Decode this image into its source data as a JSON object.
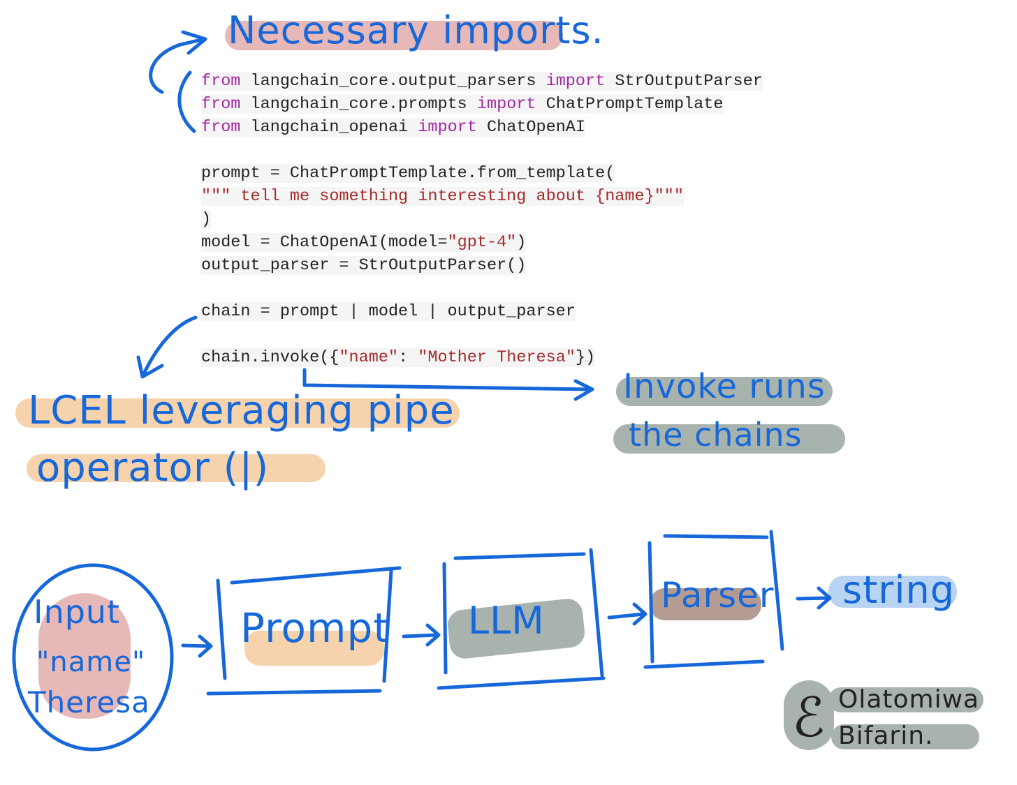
{
  "colors": {
    "ink": "#1667d9",
    "keyword": "#a626a4",
    "string": "#a52a2a",
    "pink_highlight": "#e6b8b8",
    "peach_highlight": "#f6d3ad",
    "gray_highlight": "#a9b3ad",
    "blue_highlight": "#b9d4f3",
    "brown_highlight": "#b49c92"
  },
  "annotations": {
    "imports": "Necessary imports.",
    "lcel_line1": "LCEL leveraging pipe",
    "lcel_line2": "operator (|)",
    "invoke_line1": "Invoke runs",
    "invoke_line2": "the chains"
  },
  "code": {
    "line1": {
      "kw1": "from",
      "mod": " langchain_core.output_parsers ",
      "kw2": "import",
      "name": " StrOutputParser"
    },
    "line2": {
      "kw1": "from",
      "mod": " langchain_core.prompts ",
      "kw2": "import",
      "name": " ChatPromptTemplate"
    },
    "line3": {
      "kw1": "from",
      "mod": " langchain_openai ",
      "kw2": "import",
      "name": " ChatOpenAI"
    },
    "line4": "prompt = ChatPromptTemplate.from_template(",
    "line5": "\"\"\" tell me something interesting about {name}\"\"\"",
    "line6": ")",
    "line7": {
      "a": "model = ChatOpenAI(model=",
      "s": "\"gpt-4\"",
      "b": ")"
    },
    "line8": "output_parser = StrOutputParser()",
    "line9": "chain = prompt | model | output_parser",
    "line10": {
      "a": "chain.invoke({",
      "s1": "\"name\"",
      "m": ": ",
      "s2": "\"Mother Theresa\"",
      "b": "})"
    }
  },
  "flow": {
    "input_line1": "Input",
    "input_line2": "\"name\"",
    "input_line3": "Theresa",
    "prompt": "Prompt",
    "llm": "LLM",
    "parser": "Parser",
    "output": "string"
  },
  "signature": {
    "mark": "ℰ",
    "line1": "Olatomiwa",
    "line2": "Bifarin."
  }
}
